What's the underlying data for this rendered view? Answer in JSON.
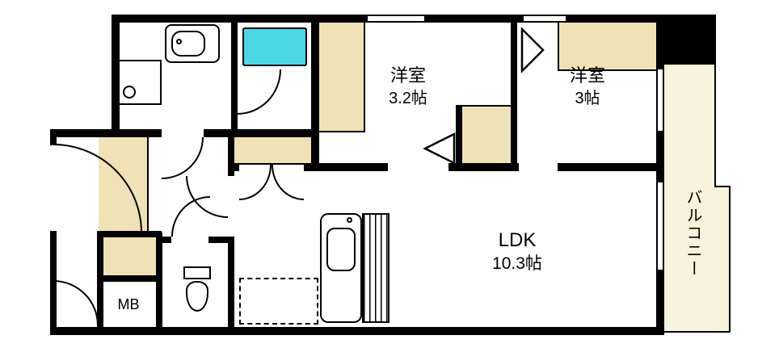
{
  "rooms": {
    "western1": {
      "label": "洋室",
      "size": "3.2帖"
    },
    "western2": {
      "label": "洋室",
      "size": "3帖"
    },
    "ldk": {
      "label": "LDK",
      "size": "10.3帖"
    },
    "balcony": {
      "label": "バルコニー"
    },
    "meter_box": {
      "label": "MB"
    }
  },
  "fixtures": {
    "bathtub": "bathtub-icon",
    "washbasin": "washbasin-icon",
    "washing_machine_pan": "washing-machine-pan-icon",
    "toilet": "toilet-icon",
    "kitchen": "kitchen-counter-icon",
    "refrigerator_space": "refrigerator-dashed-outline"
  },
  "colors": {
    "wall": "#000000",
    "closet_fill": "#f0e2b6",
    "balcony_fill": "#f8f3dc",
    "bathtub_fill": "#4cd7e5"
  }
}
